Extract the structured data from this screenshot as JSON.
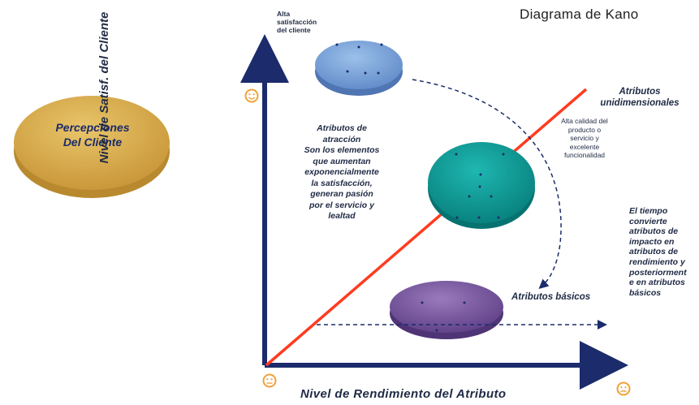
{
  "title": "Diagrama de Kano",
  "badge": {
    "line1": "Percepciones",
    "line2": "Del Cliente"
  },
  "axes": {
    "y_label": "Nivel de Satisf. del Cliente",
    "x_label": "Nivel de Rendimiento del Atributo"
  },
  "top_note": {
    "line1": "Alta",
    "line2": "satisfacción",
    "line3": "del cliente"
  },
  "attraction": {
    "lines": [
      "Atributos de",
      "atracción",
      "Son los elementos",
      "que aumentan",
      "exponencialmente",
      "la satisfacción,",
      "generan pasión",
      "por el servicio y",
      "lealtad"
    ]
  },
  "one_dimensional": {
    "title_line1": "Atributos",
    "title_line2": "unidimensionales",
    "note": [
      "Alta calidad del",
      "producto o",
      "servicio  y",
      "excelente",
      "funcionalidad"
    ]
  },
  "time_note": [
    "El tiempo",
    "convierte",
    "atributos de",
    "impacto en",
    "atributos de",
    "rendimiento y",
    "posteriorment",
    "e en atributos",
    "básicos"
  ],
  "basic": {
    "label": "Atributos básicos"
  },
  "colors": {
    "axis": "#1b2b6b",
    "diagonal": "#ff3b1f",
    "badge": "#d9ad4a",
    "attraction_disk": "#7ea6d8",
    "one_dim_disk": "#0f9e9a",
    "basic_disk": "#7a5a9c",
    "smiley": "#f0a23a"
  },
  "icons": [
    "happy-face-icon",
    "neutral-face-icon",
    "sad-face-icon"
  ]
}
